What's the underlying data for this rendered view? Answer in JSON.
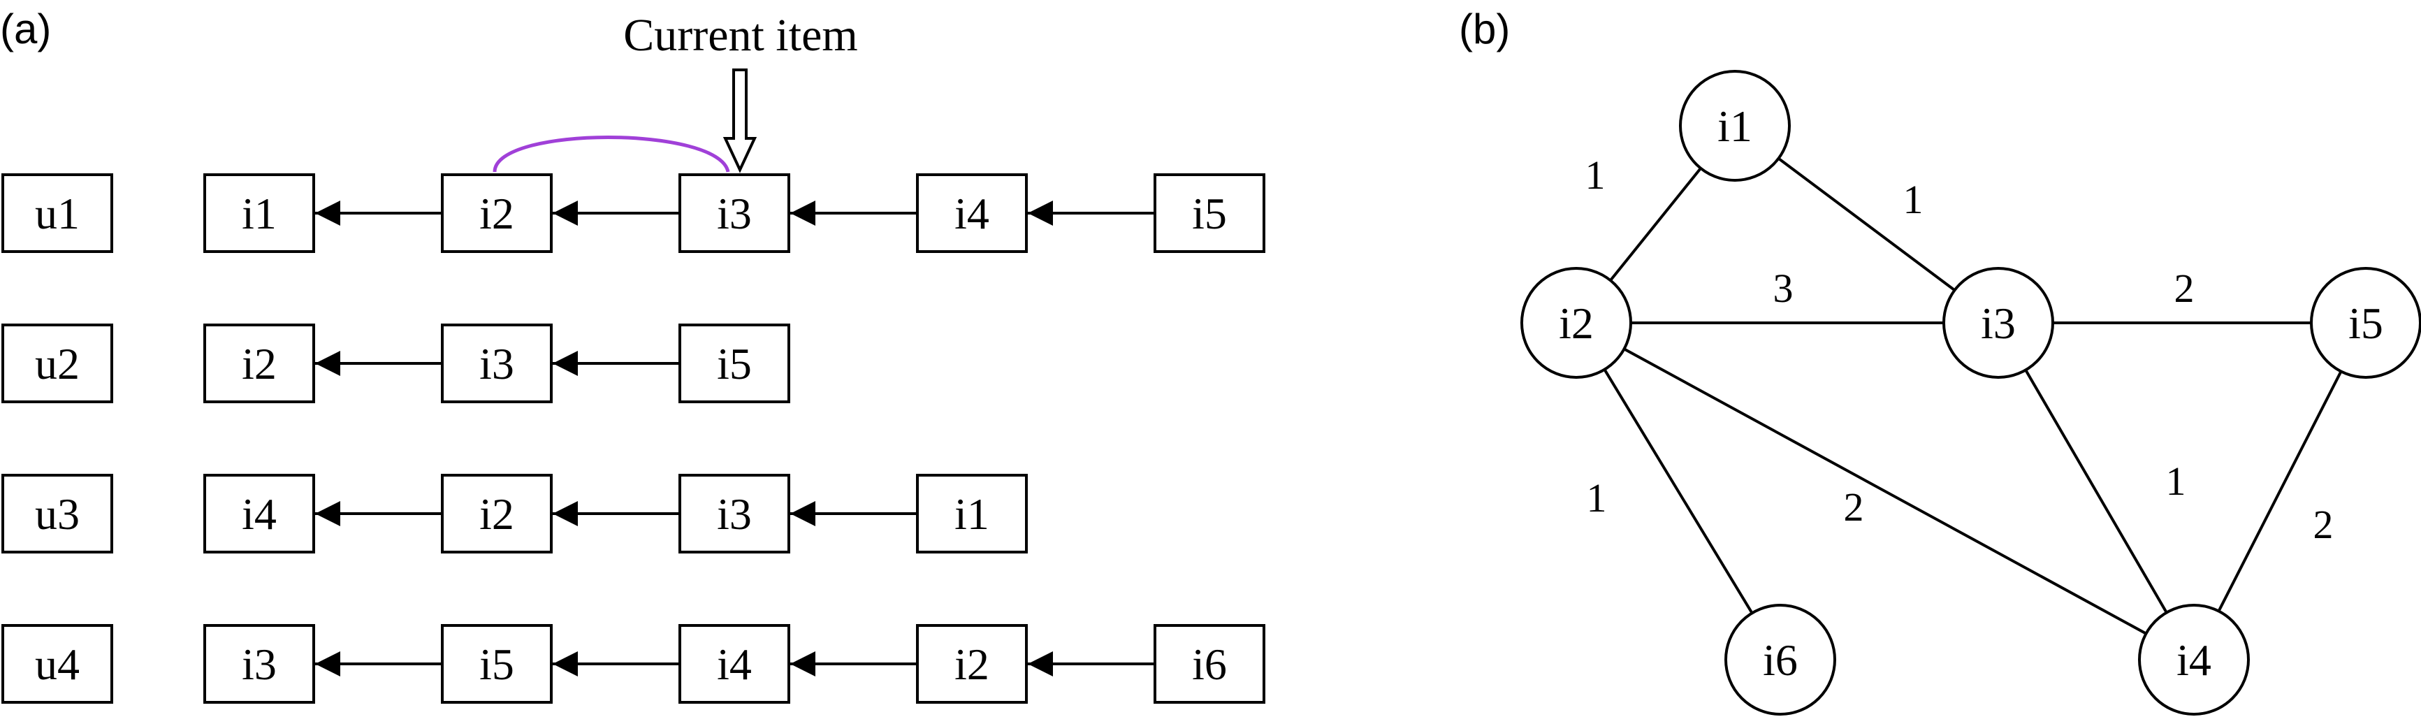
{
  "panel_a": {
    "label": "(a)",
    "annotation": "Current item",
    "rows": [
      {
        "user": "u1",
        "items": [
          "i1",
          "i2",
          "i3",
          "i4",
          "i5"
        ]
      },
      {
        "user": "u2",
        "items": [
          "i2",
          "i3",
          "i5"
        ]
      },
      {
        "user": "u3",
        "items": [
          "i4",
          "i2",
          "i3",
          "i1"
        ]
      },
      {
        "user": "u4",
        "items": [
          "i3",
          "i5",
          "i4",
          "i2",
          "i6"
        ]
      }
    ],
    "highlight_color": "#a040d8"
  },
  "panel_b": {
    "label": "(b)",
    "nodes": [
      "i1",
      "i2",
      "i3",
      "i4",
      "i5",
      "i6"
    ],
    "edges": [
      {
        "from": "i1",
        "to": "i2",
        "weight": "1"
      },
      {
        "from": "i1",
        "to": "i3",
        "weight": "1"
      },
      {
        "from": "i2",
        "to": "i3",
        "weight": "3"
      },
      {
        "from": "i3",
        "to": "i5",
        "weight": "2"
      },
      {
        "from": "i2",
        "to": "i6",
        "weight": "1"
      },
      {
        "from": "i2",
        "to": "i4",
        "weight": "2"
      },
      {
        "from": "i3",
        "to": "i4",
        "weight": "1"
      },
      {
        "from": "i5",
        "to": "i4",
        "weight": "2"
      }
    ]
  }
}
